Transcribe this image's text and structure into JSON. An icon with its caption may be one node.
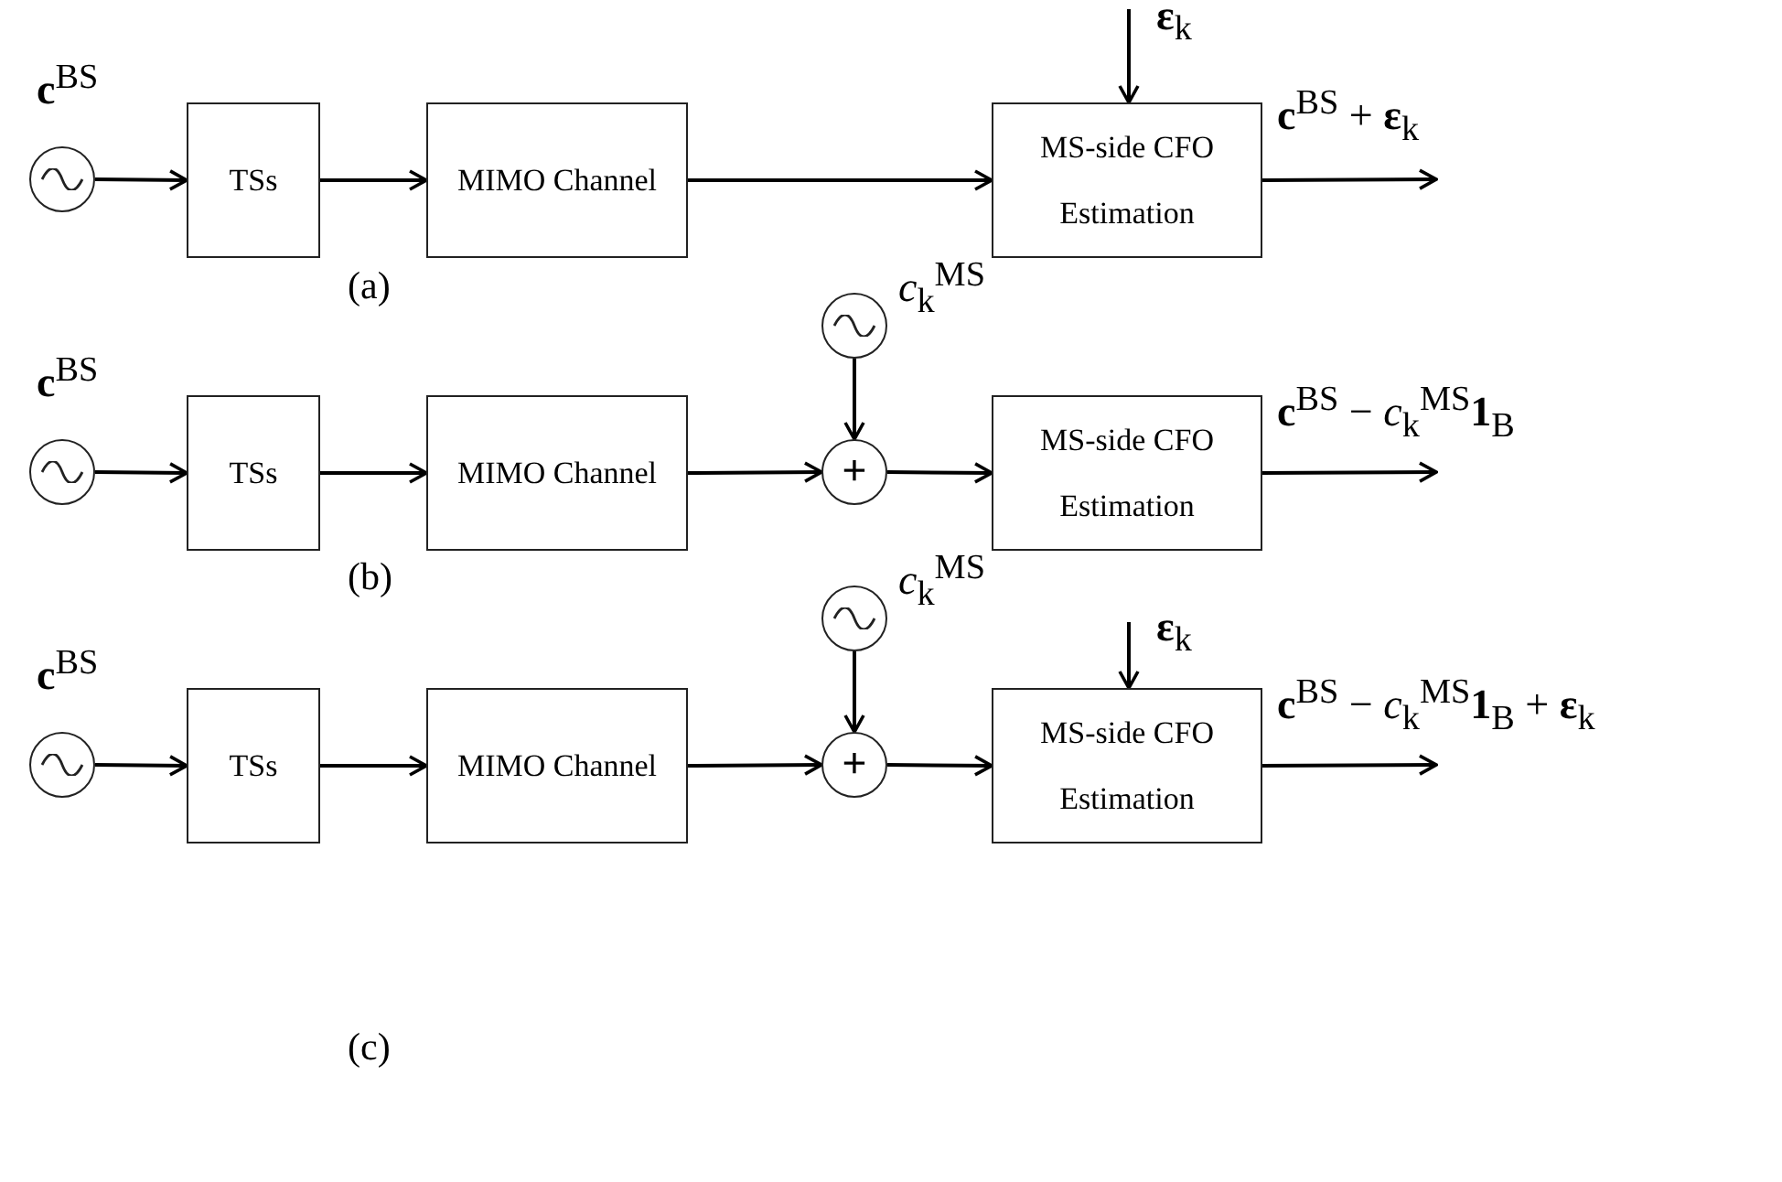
{
  "diagram": {
    "nodes": [
      {
        "text": [],
        "shape": "circle",
        "beside": [
          "**c**$^{BS}$"
        ]
      },
      {
        "text": [
          "TSs"
        ]
      },
      {
        "text": [
          "MIMO Channel"
        ]
      },
      {
        "text": [
          "MS-side CFO Estimation"
        ]
      },
      {
        "text": [],
        "shape": "circle",
        "beside": [
          "**c**$^{BS}$"
        ]
      },
      {
        "text": [
          "TSs"
        ]
      },
      {
        "text": [
          "MIMO Channel"
        ]
      },
      {
        "text": [],
        "shape": "circle",
        "beside": [
          "*c*$_{k}$$^{MS}$"
        ]
      },
      {
        "text": [
          "+"
        ]
      },
      {
        "text": [
          "MS-side CFO Estimation"
        ]
      },
      {
        "text": [],
        "shape": "circle",
        "beside": [
          "**c**$^{BS}$"
        ]
      },
      {
        "text": [
          "TSs"
        ]
      },
      {
        "text": [
          "MIMO Channel"
        ]
      },
      {
        "text": [],
        "shape": "circle",
        "beside": [
          "*c*$_{k}$$^{MS}$"
        ]
      },
      {
        "text": [
          "+"
        ]
      },
      {
        "text": [
          "MS-side CFO Estimation"
        ]
      }
    ],
    "edges": [
      {
        "from": 0,
        "to": 1,
        "arrow": "to"
      },
      {
        "from": 1,
        "to": 2,
        "arrow": "to"
      },
      {
        "from": 2,
        "to": 3,
        "arrow": "to"
      },
      {
        "from": null,
        "to": 3,
        "arrow": "to",
        "label": "**ε**$_{k}$"
      },
      {
        "from": 3,
        "to": null,
        "arrow": "to",
        "label": "**c**$^{BS}$ + **ε**$_{k}$"
      },
      {
        "from": 4,
        "to": 5,
        "arrow": "to"
      },
      {
        "from": 5,
        "to": 6,
        "arrow": "to"
      },
      {
        "from": 6,
        "to": 8,
        "arrow": "to"
      },
      {
        "from": 7,
        "to": 8,
        "arrow": "to"
      },
      {
        "from": 8,
        "to": 9,
        "arrow": "to"
      },
      {
        "from": 9,
        "to": null,
        "arrow": "to",
        "label": "**c**$^{BS}$ − *c*$_{k}$$^{MS}$**1**$_{B}$"
      },
      {
        "from": 10,
        "to": 11,
        "arrow": "to"
      },
      {
        "from": 11,
        "to": 12,
        "arrow": "to"
      },
      {
        "from": 12,
        "to": 14,
        "arrow": "to"
      },
      {
        "from": 13,
        "to": 14,
        "arrow": "to"
      },
      {
        "from": 14,
        "to": 15,
        "arrow": "to"
      },
      {
        "from": null,
        "to": 15,
        "arrow": "to",
        "label": "**ε**$_{k}$"
      },
      {
        "from": 15,
        "to": null,
        "arrow": "to",
        "label": "**c**$^{BS}$ − *c*$_{k}$$^{MS}$**1**$_{B}$ + **ε**$_{k}$"
      }
    ],
    "labels": [
      "(a)",
      "(b)",
      "(c)"
    ]
  }
}
